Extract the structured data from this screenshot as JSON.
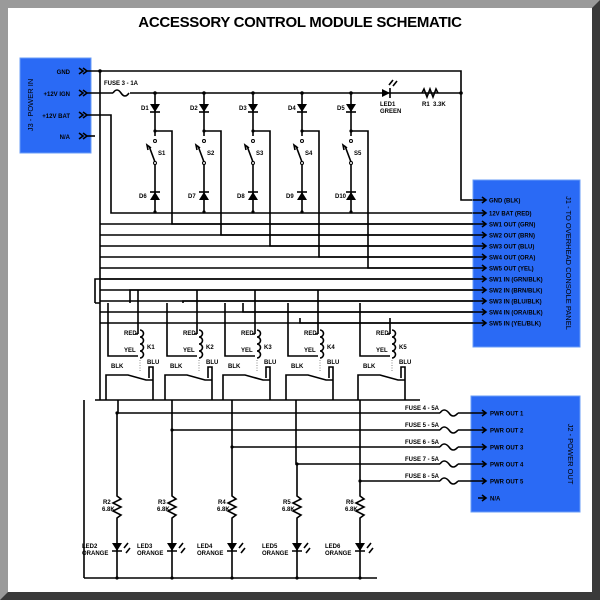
{
  "title": "ACCESSORY CONTROL MODULE SCHEMATIC",
  "j3": {
    "name": "J3 - POWER IN",
    "pins": [
      "GND",
      "+12V IGN",
      "+12V BAT",
      "N/A"
    ]
  },
  "fuse_main": "FUSE 3 - 1A",
  "led1": {
    "ref": "LED1",
    "color": "GREEN"
  },
  "r1": {
    "ref": "R1",
    "value": "3.3K"
  },
  "diodes_top": [
    "D1",
    "D2",
    "D3",
    "D4",
    "D5"
  ],
  "switches": [
    "S1",
    "S2",
    "S3",
    "S4",
    "S5"
  ],
  "diodes_bottom": [
    "D6",
    "D7",
    "D8",
    "D9",
    "D10"
  ],
  "j1": {
    "name": "J1 - TO OVERHEAD CONSOLE PANEL",
    "pins": [
      "GND (BLK)",
      "12V BAT (RED)",
      "SW1 OUT (GRN)",
      "SW2 OUT (BRN)",
      "SW3 OUT (BLU)",
      "SW4 OUT (ORA)",
      "SW5 OUT (YEL)",
      "SW1 IN (GRN/BLK)",
      "SW2 IN (BRN/BLK)",
      "SW3 IN (BLU/BLK)",
      "SW4 IN (ORA/BLK)",
      "SW5 IN (YEL/BLK)"
    ]
  },
  "relays": {
    "refs": [
      "K1",
      "K2",
      "K3",
      "K4",
      "K5"
    ],
    "coil_top": "RED",
    "coil_bottom": "YEL",
    "common": "BLK",
    "contact": "BLU"
  },
  "fuses_out": [
    "FUSE 4 - 5A",
    "FUSE 5 - 5A",
    "FUSE 6 - 5A",
    "FUSE 7 - 5A",
    "FUSE 8 - 5A"
  ],
  "j2": {
    "name": "J2 - POWER OUT",
    "pins": [
      "PWR OUT 1",
      "PWR OUT 2",
      "PWR OUT 3",
      "PWR OUT 4",
      "PWR OUT 5",
      "N/A"
    ]
  },
  "resistors": {
    "refs": [
      "R2",
      "R3",
      "R4",
      "R5",
      "R6"
    ],
    "value": "6.8K"
  },
  "leds": {
    "refs": [
      "LED2",
      "LED3",
      "LED4",
      "LED5",
      "LED6"
    ],
    "color": "ORANGE"
  },
  "colors": {
    "connector": "#2a6af5",
    "frame_light": "#9a9a9a",
    "frame_dark": "#3a3a3a"
  }
}
